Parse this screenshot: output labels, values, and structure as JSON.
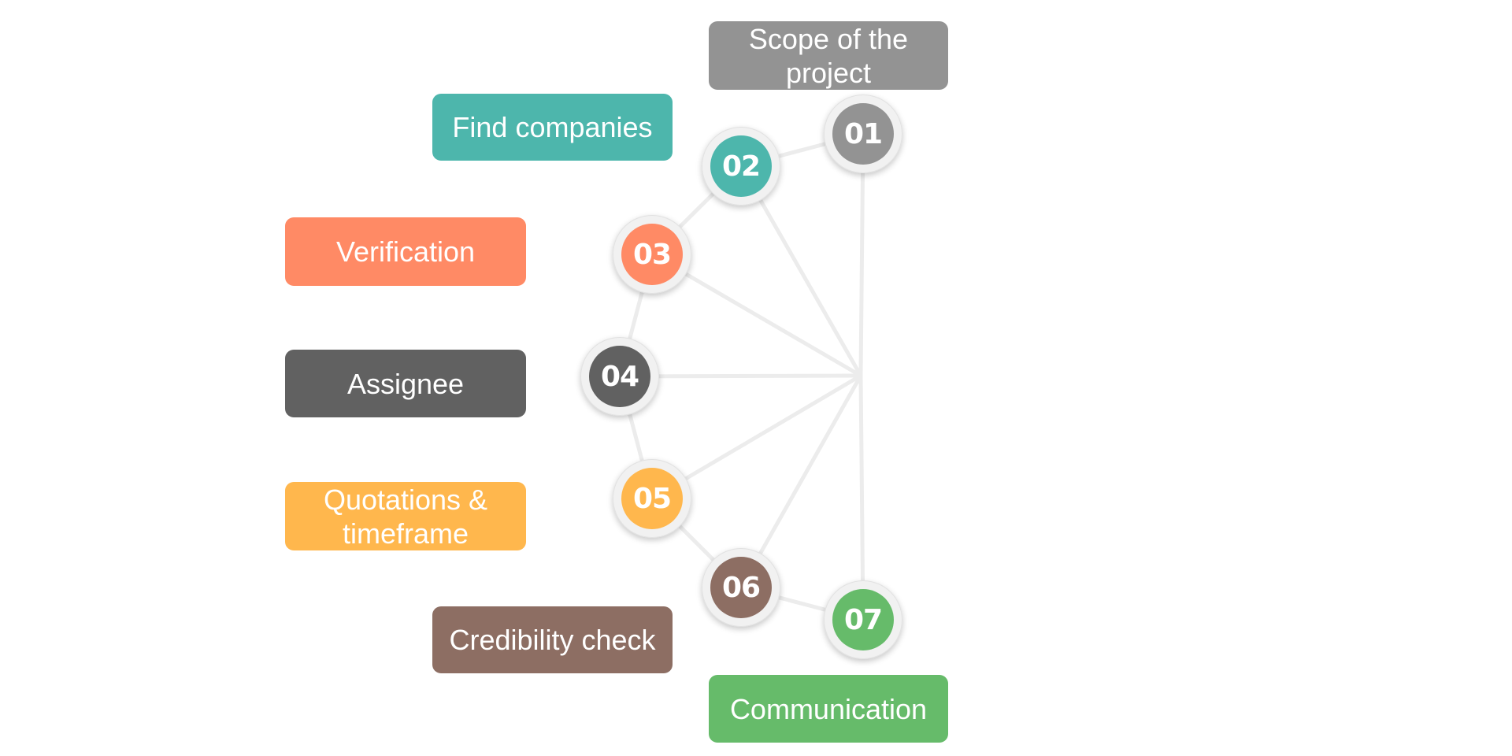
{
  "steps": [
    {
      "number": "01",
      "label": "Scope of the project",
      "color": "#939393"
    },
    {
      "number": "02",
      "label": "Find companies",
      "color": "#4db6ac"
    },
    {
      "number": "03",
      "label": "Verification",
      "color": "#ff8a65"
    },
    {
      "number": "04",
      "label": "Assignee",
      "color": "#616161"
    },
    {
      "number": "05",
      "label": "Quotations & timeframe",
      "color": "#ffb74d"
    },
    {
      "number": "06",
      "label": "Credibility check",
      "color": "#8d6e63"
    },
    {
      "number": "07",
      "label": "Communication",
      "color": "#66bb6a"
    }
  ],
  "connector_color": "#ececec"
}
